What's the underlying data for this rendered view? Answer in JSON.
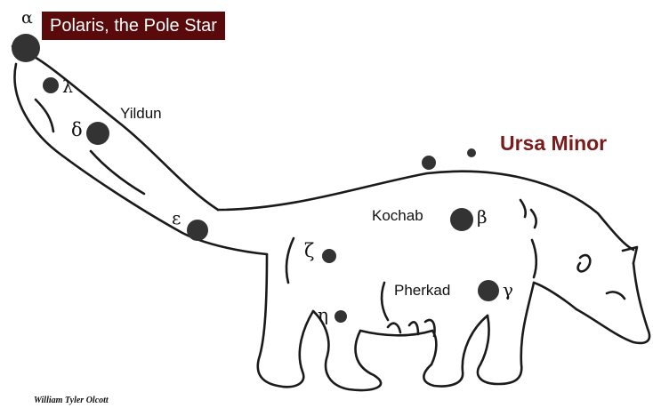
{
  "title": "Ursa Minor",
  "banner": "Polaris, the Pole Star",
  "credit": "William Tyler Olcott",
  "colors": {
    "banner_bg": "#5a0a0a",
    "title": "#7a1a1a",
    "ink": "#1a1a1a",
    "star": "#333333"
  },
  "stars": [
    {
      "greek": "α",
      "name": "Polaris"
    },
    {
      "greek": "λ",
      "name": ""
    },
    {
      "greek": "δ",
      "name": "Yildun"
    },
    {
      "greek": "ε",
      "name": ""
    },
    {
      "greek": "ζ",
      "name": ""
    },
    {
      "greek": "η",
      "name": ""
    },
    {
      "greek": "β",
      "name": "Kochab"
    },
    {
      "greek": "γ",
      "name": "Pherkad"
    }
  ]
}
